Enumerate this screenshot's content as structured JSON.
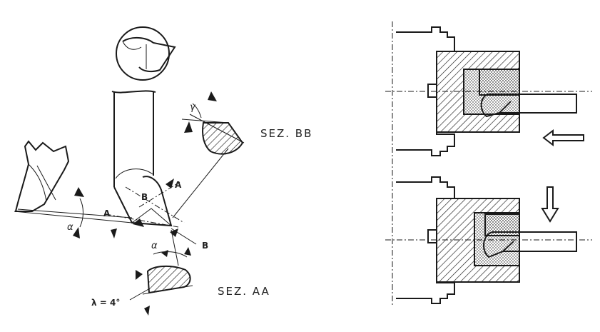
{
  "labels": {
    "section_bb": "SEZ. BB",
    "section_aa": "SEZ. AA",
    "lambda_value": "λ = 4°",
    "alpha": "α",
    "gamma": "γ",
    "letter_a": "A",
    "letter_b": "B"
  },
  "colors": {
    "ink": "#1a1a1a",
    "background": "#ffffff"
  },
  "arrows": {
    "top": "left-arrow",
    "bottom": "down-arrow"
  }
}
